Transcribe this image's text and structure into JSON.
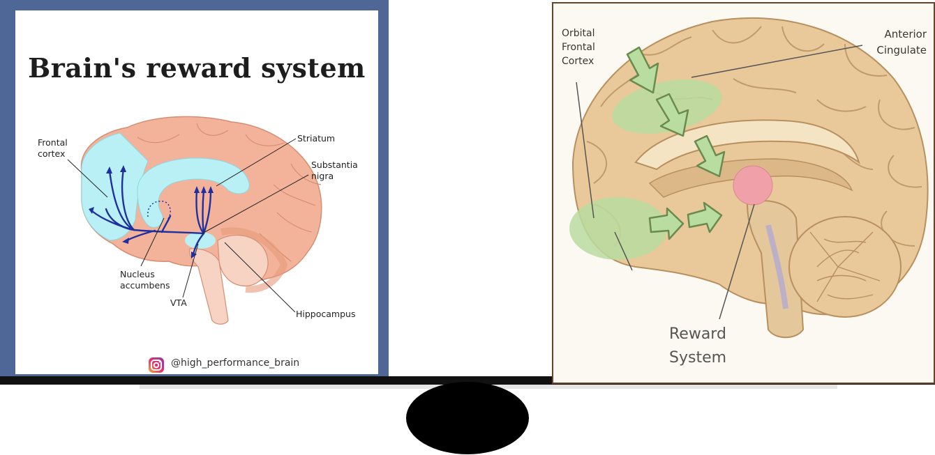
{
  "left_figure": {
    "title": "Brain's reward system",
    "labels": {
      "frontal_cortex_line1": "Frontal",
      "frontal_cortex_line2": "cortex",
      "striatum": "Striatum",
      "substantia_nigra_line1": "Substantia",
      "substantia_nigra_line2": "nigra",
      "nucleus_accumbens_line1": "Nucleus",
      "nucleus_accumbens_line2": "accumbens",
      "vta": "VTA",
      "hippocampus": "Hippocampus"
    },
    "credit": "@high_performance_brain",
    "colors": {
      "frame": "#4f6796",
      "brain": "#f3b39b",
      "highlight": "#b8f0f6",
      "pathway": "#1f2f9e"
    }
  },
  "right_figure": {
    "labels": {
      "orbital_line1": "Orbital",
      "orbital_line2": "Frontal",
      "orbital_line3": "Cortex",
      "anterior_line1": "Anterior",
      "anterior_line2": "Cingulate",
      "reward_line1": "Reward",
      "reward_line2": "System"
    },
    "colors": {
      "brain": "#e9c99a",
      "highlight": "#b9dca0",
      "reward_center": "#f0a0a8"
    }
  }
}
